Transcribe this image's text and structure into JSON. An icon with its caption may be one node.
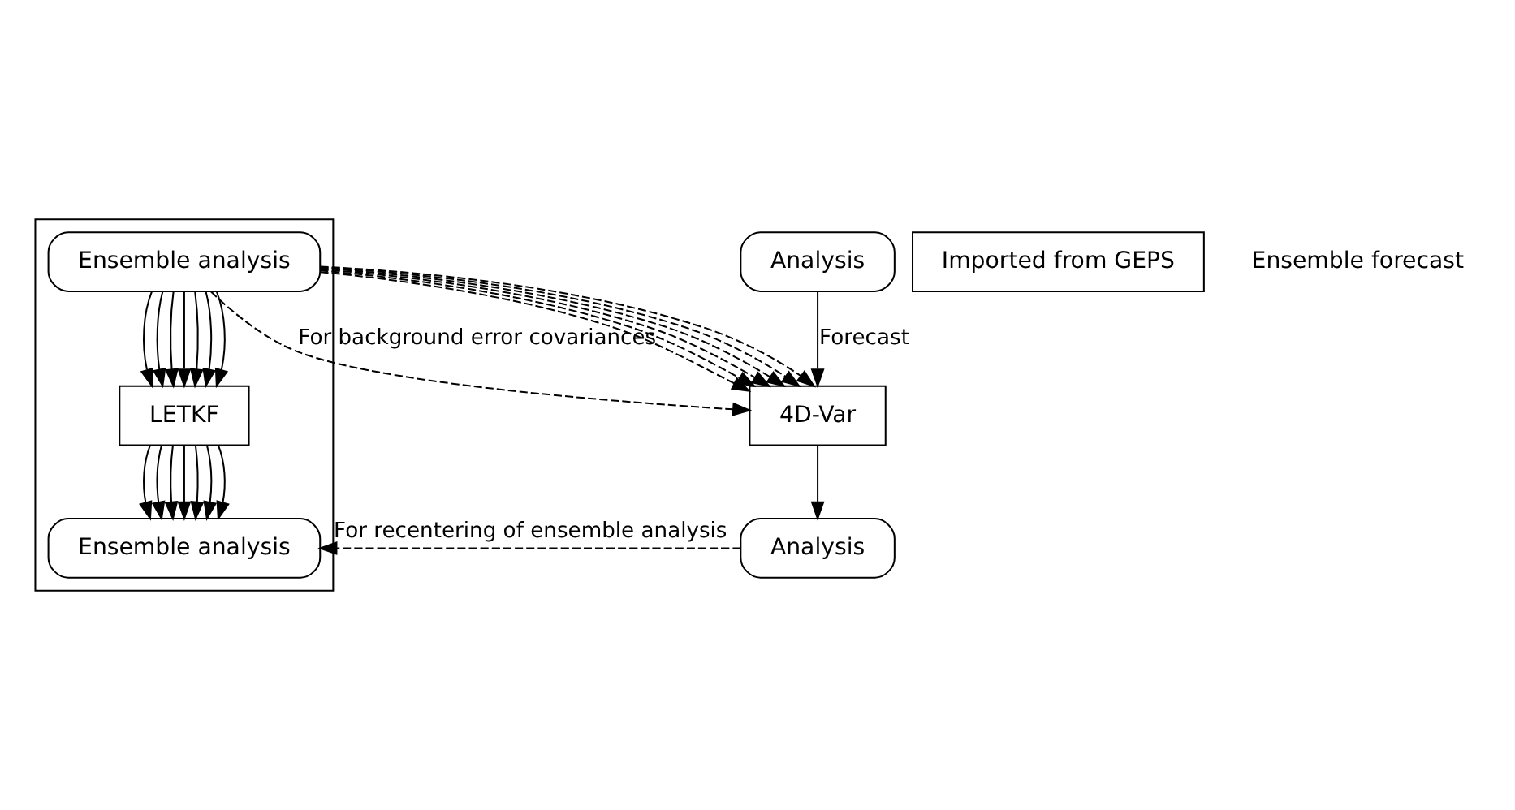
{
  "diagram": {
    "nodes": [
      {
        "text": [],
        "shape": "box"
      },
      {
        "text": [
          "Ensemble analysis"
        ],
        "in": 0
      },
      {
        "text": [
          "LETKF"
        ],
        "in": 0
      },
      {
        "text": [
          "Ensemble analysis"
        ],
        "in": 0
      },
      {
        "text": [
          "Imported from GEPS"
        ]
      },
      {
        "text": [
          "Analysis"
        ]
      },
      {
        "text": [
          "4D-Var"
        ]
      },
      {
        "text": [
          "Analysis"
        ]
      }
    ],
    "edges": [
      {
        "from": 1,
        "to": 2,
        "arrow": "to"
      },
      {
        "from": 1,
        "to": 2,
        "arrow": "to"
      },
      {
        "from": 1,
        "to": 2,
        "arrow": "to"
      },
      {
        "from": 1,
        "to": 2,
        "arrow": "to"
      },
      {
        "from": 1,
        "to": 2,
        "arrow": "to"
      },
      {
        "from": 1,
        "to": 2,
        "arrow": "to"
      },
      {
        "from": 1,
        "to": 2,
        "arrow": "to"
      },
      {
        "from": 2,
        "to": 3,
        "arrow": "to"
      },
      {
        "from": 2,
        "to": 3,
        "arrow": "to"
      },
      {
        "from": 2,
        "to": 3,
        "arrow": "to"
      },
      {
        "from": 2,
        "to": 3,
        "arrow": "to"
      },
      {
        "from": 2,
        "to": 3,
        "arrow": "to"
      },
      {
        "from": 2,
        "to": 3,
        "arrow": "to"
      },
      {
        "from": 2,
        "to": 3,
        "arrow": "to"
      },
      {
        "from": 1,
        "to": 6,
        "arrow": "to",
        "style": "dashed",
        "label": "For background error covariances"
      },
      {
        "from": 1,
        "to": 6,
        "arrow": "to",
        "style": "dashed"
      },
      {
        "from": 1,
        "to": 6,
        "arrow": "to",
        "style": "dashed"
      },
      {
        "from": 1,
        "to": 6,
        "arrow": "to",
        "style": "dashed"
      },
      {
        "from": 1,
        "to": 6,
        "arrow": "to",
        "style": "dashed"
      },
      {
        "from": 1,
        "to": 6,
        "arrow": "to",
        "style": "dashed"
      },
      {
        "from": 1,
        "to": 6,
        "arrow": "to",
        "style": "dashed"
      },
      {
        "from": 5,
        "to": 6,
        "arrow": "to",
        "label": "Forecast"
      },
      {
        "from": 6,
        "to": 7,
        "arrow": "to"
      },
      {
        "from": 7,
        "to": 3,
        "arrow": "to",
        "style": "dashed",
        "label": "For recentering of ensemble analysis"
      }
    ],
    "labels": [
      "Ensemble forecast"
    ]
  }
}
